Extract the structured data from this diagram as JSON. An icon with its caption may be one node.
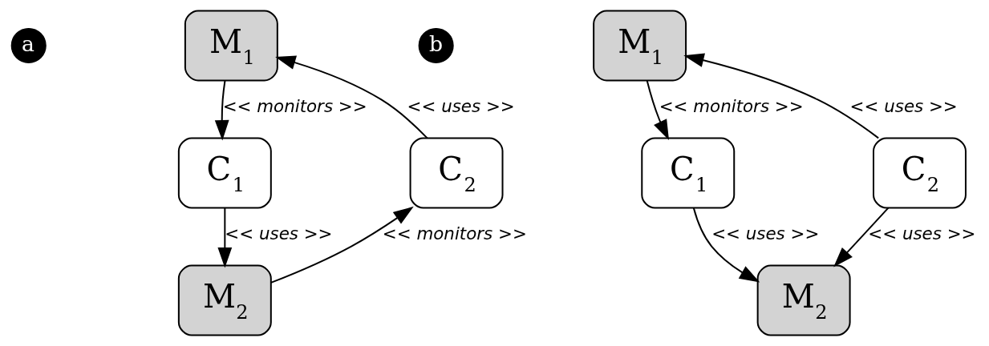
{
  "diagram": {
    "nodes": [
      {
        "text": [
          "a"
        ]
      },
      {
        "text": [
          "M$_{1}$"
        ]
      },
      {
        "text": [
          "C$_{1}$"
        ]
      },
      {
        "text": [
          "C$_{2}$"
        ]
      },
      {
        "text": [
          "M$_{2}$"
        ]
      },
      {
        "text": [
          "b"
        ]
      },
      {
        "text": [
          "M$_{1}$"
        ]
      },
      {
        "text": [
          "C$_{1}$"
        ]
      },
      {
        "text": [
          "C$_{2}$"
        ]
      },
      {
        "text": [
          "M$_{2}$"
        ]
      }
    ],
    "edges": [
      {
        "from": 1,
        "to": 2,
        "arrow": "to",
        "label": "<< monitors >>"
      },
      {
        "from": 3,
        "to": 1,
        "arrow": "to",
        "label": "<< uses >>"
      },
      {
        "from": 2,
        "to": 4,
        "arrow": "to",
        "label": "<< uses >>"
      },
      {
        "from": 4,
        "to": 3,
        "arrow": "to",
        "label": "<< monitors >>"
      },
      {
        "from": 6,
        "to": 7,
        "arrow": "to",
        "label": "<< monitors >>"
      },
      {
        "from": 8,
        "to": 6,
        "arrow": "to",
        "label": "<< uses >>"
      },
      {
        "from": 7,
        "to": 9,
        "arrow": "to",
        "label": "<< uses >>"
      },
      {
        "from": 8,
        "to": 9,
        "arrow": "to",
        "label": "<< uses >>"
      }
    ]
  }
}
